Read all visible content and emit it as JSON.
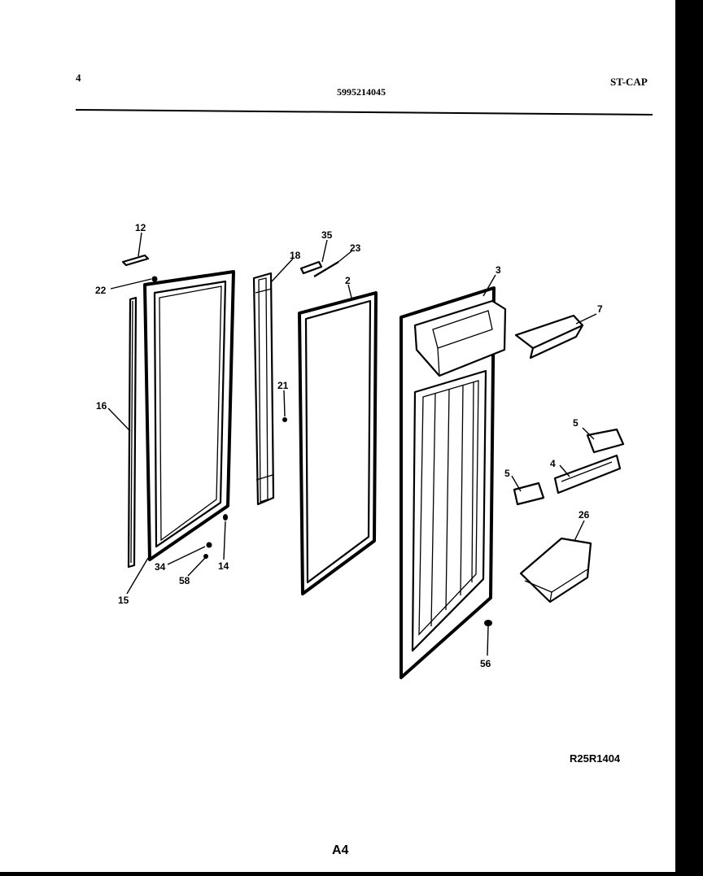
{
  "header": {
    "page_num": "4",
    "part_number": "5995214045",
    "model_code": "ST-CAP"
  },
  "footer": {
    "drawing_ref": "R25R1404",
    "page_label": "A4"
  },
  "callouts": {
    "c12": "12",
    "c22": "22",
    "c16": "16",
    "c15": "15",
    "c34": "34",
    "c58": "58",
    "c14": "14",
    "c18": "18",
    "c21": "21",
    "c35": "35",
    "c23": "23",
    "c2": "2",
    "c3": "3",
    "c7": "7",
    "c5a": "5",
    "c4": "4",
    "c5b": "5",
    "c26": "26",
    "c56": "56"
  }
}
